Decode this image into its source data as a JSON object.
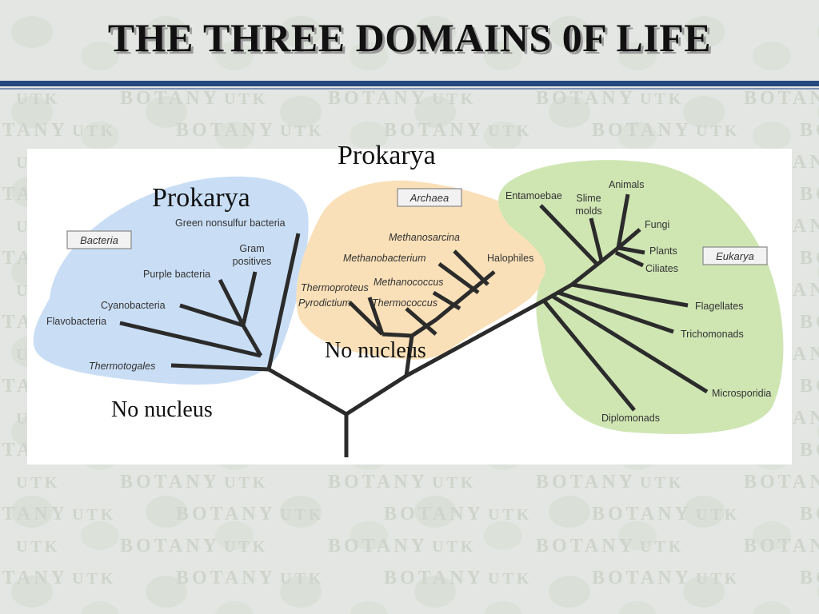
{
  "slide": {
    "title": "THE THREE DOMAINS 0F LIFE",
    "watermark": [
      "UTK",
      "BOTANY"
    ]
  },
  "overlays": {
    "prokarya_top": "Prokarya",
    "prokarya_left": "Prokarya",
    "no_nucleus_middle": "No nucleus",
    "no_nucleus_left": "No nucleus"
  },
  "domains": {
    "bacteria": {
      "label": "Bacteria",
      "color": "#c9def5",
      "taxa": [
        "Green nonsulfur bacteria",
        "Gram",
        "positives",
        "Purple bacteria",
        "Cyanobacteria",
        "Flavobacteria",
        "Thermotogales"
      ]
    },
    "archaea": {
      "label": "Archaea",
      "color": "#fae0b8",
      "taxa": [
        "Methanosarcina",
        "Methanobacterium",
        "Halophiles",
        "Methanococcus",
        "Thermoproteus",
        "Pyrodictium",
        "Thermococcus"
      ]
    },
    "eukarya": {
      "label": "Eukarya",
      "color": "#cfe6b3",
      "taxa": [
        "Entamoebae",
        "Slime",
        "molds",
        "Animals",
        "Fungi",
        "Plants",
        "Ciliates",
        "Flagellates",
        "Trichomonads",
        "Microsporidia",
        "Diplomonads"
      ]
    }
  },
  "colors": {
    "branch": "#2b2b2b",
    "title_rule": "#23487f"
  }
}
